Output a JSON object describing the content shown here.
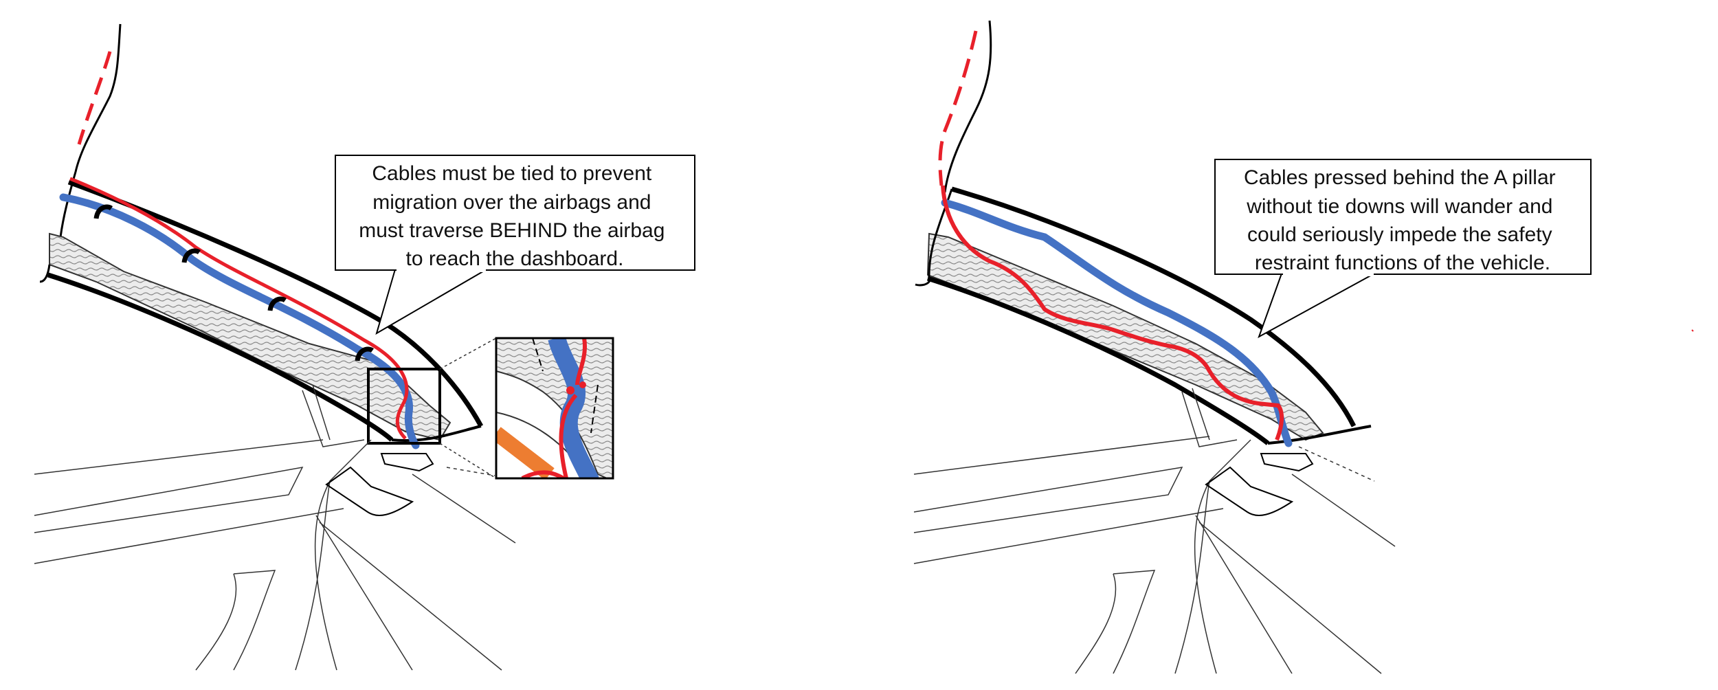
{
  "colors": {
    "blue_cable": "#4472C4",
    "red_cable": "#E8202A",
    "orange_part": "#ED7D31",
    "outline": "#000000",
    "airbag_fill": "#e6e6e6"
  },
  "left_panel": {
    "callout": {
      "lines": [
        "Cables must be tied to prevent",
        "migration over the airbags and",
        "must traverse BEHIND the airbag",
        "to reach the dashboard."
      ]
    }
  },
  "right_panel": {
    "callout": {
      "lines": [
        "Cables pressed behind the A pillar",
        "without tie downs will wander and",
        "could seriously impede the safety",
        "restraint functions of the vehicle."
      ]
    }
  }
}
